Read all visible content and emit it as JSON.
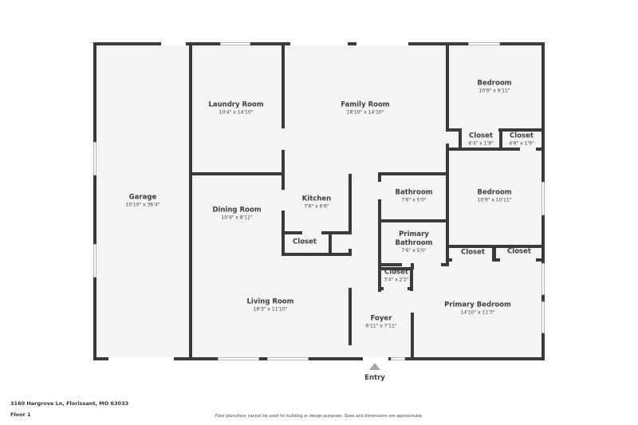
{
  "address": "3160 Hargrove Ln, Florissant, MO 63033",
  "floor_label": "Floor 1",
  "disclaimer": "Floor plans/tour cannot be used for building or design purposes. Sizes and dimensions are approximate.",
  "entry_label": "Entry",
  "colors": {
    "wall": "#3a3a3a",
    "floor": "#f4f4f4",
    "text": "#3d3d3d",
    "entry_arrow": "#a8a8a8"
  },
  "rooms": {
    "garage": {
      "name": "Garage",
      "dim": "10'10\" x 36'4\""
    },
    "laundry": {
      "name": "Laundry Room",
      "dim": "10'4\" x 14'10\""
    },
    "family": {
      "name": "Family Room",
      "dim": "18'10\" x 14'10\""
    },
    "bedroom1": {
      "name": "Bedroom",
      "dim": "10'9\" x 9'11\""
    },
    "closet_b1a": {
      "name": "Closet",
      "dim": "4'4\" x 1'9\""
    },
    "closet_b1b": {
      "name": "Closet",
      "dim": "4'6\" x 1'9\""
    },
    "dining": {
      "name": "Dining Room",
      "dim": "10'4\" x 8'11\""
    },
    "kitchen": {
      "name": "Kitchen",
      "dim": "7'6\" x 6'6\""
    },
    "kitchen_closet": {
      "name": "Closet",
      "dim": ""
    },
    "bathroom": {
      "name": "Bathroom",
      "dim": "7'6\" x 5'0\""
    },
    "bedroom2": {
      "name": "Bedroom",
      "dim": "10'9\" x 10'11\""
    },
    "primary_bath": {
      "name": "Primary Bathroom",
      "name_line1": "Primary",
      "name_line2": "Bathroom",
      "dim": "7'6\" x 5'0\""
    },
    "closet_b2a": {
      "name": "Closet",
      "dim": ""
    },
    "closet_b2b": {
      "name": "Closet",
      "dim": ""
    },
    "foyer_closet": {
      "name": "Closet",
      "dim": "3'4\" x 2'2\""
    },
    "living": {
      "name": "Living Room",
      "dim": "18'3\" x 11'10\""
    },
    "foyer": {
      "name": "Foyer",
      "dim": "6'11\" x 7'11\""
    },
    "primary_bed": {
      "name": "Primary Bedroom",
      "dim": "14'10\" x 11'3\""
    }
  }
}
